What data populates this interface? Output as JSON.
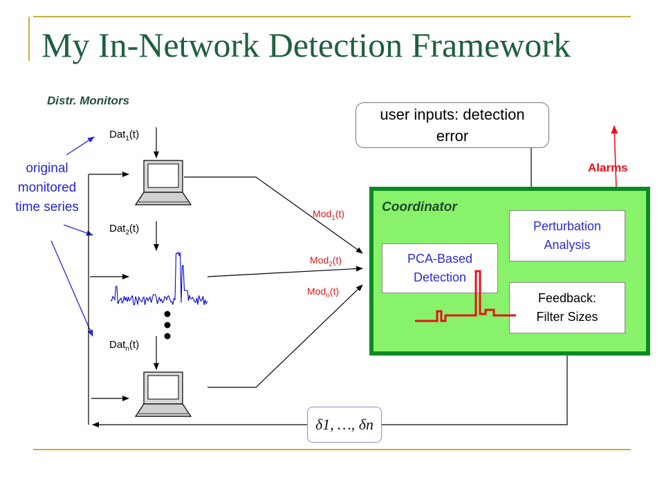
{
  "title": "My In-Network Detection Framework",
  "monitors_label": "Distr. Monitors",
  "series_label": [
    "original",
    "monitored",
    "time series"
  ],
  "data_labels": [
    {
      "base": "Dat",
      "sub": "1",
      "suffix": "(t)"
    },
    {
      "base": "Dat",
      "sub": "2",
      "suffix": "(t)"
    },
    {
      "base": "Dat",
      "sub": "n",
      "suffix": "(t)"
    }
  ],
  "model_labels": [
    {
      "base": "Mod",
      "sub": "1",
      "suffix": "(t)"
    },
    {
      "base": "Mod",
      "sub": "2",
      "suffix": "(t)"
    },
    {
      "base": "Mod",
      "sub": "n",
      "suffix": "(t)"
    }
  ],
  "user_inputs": [
    "user inputs: detection",
    "error"
  ],
  "alarms_label": "Alarms",
  "coordinator": {
    "label": "Coordinator",
    "pca_box": [
      "PCA-Based",
      "Detection"
    ],
    "perturbation_box": [
      "Perturbation",
      "Analysis"
    ],
    "feedback_box": [
      "Feedback:",
      "Filter Sizes"
    ]
  },
  "filter_expression": "δ1, …, δn",
  "colors": {
    "title": "#1f5f3f",
    "rule": "#c8ae3c",
    "coordinator_fill": "#88f26a",
    "coordinator_border": "#0d8a22",
    "label_blue": "#2525d8",
    "alarm_red": "#e8101a",
    "model_red": "#d91a1a",
    "series_blue": "#0000cc"
  }
}
